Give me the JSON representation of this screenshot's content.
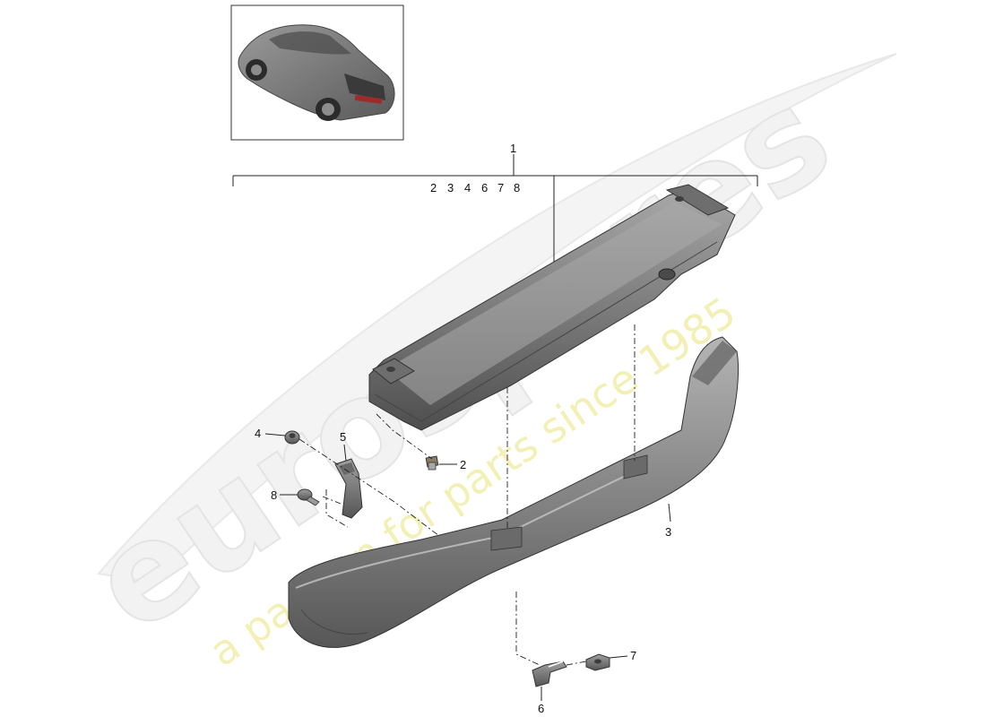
{
  "watermark": {
    "brand": "eurospares",
    "tagline": "a passion for parts since 1985",
    "tagline_color": "#f3f0b5"
  },
  "thumbnail": {
    "icon": "car-icon"
  },
  "callouts": {
    "assembly": "1",
    "assembly_contents": [
      "2",
      "3",
      "4",
      "6",
      "7",
      "8"
    ],
    "bolt": "2",
    "cover": "3",
    "nut": "4",
    "bracket": "5",
    "clip": "6",
    "retainer": "7",
    "screw": "8"
  },
  "colors": {
    "part_fill": "#8c8c8c",
    "part_dark": "#5a5a5a",
    "line": "#222222"
  }
}
